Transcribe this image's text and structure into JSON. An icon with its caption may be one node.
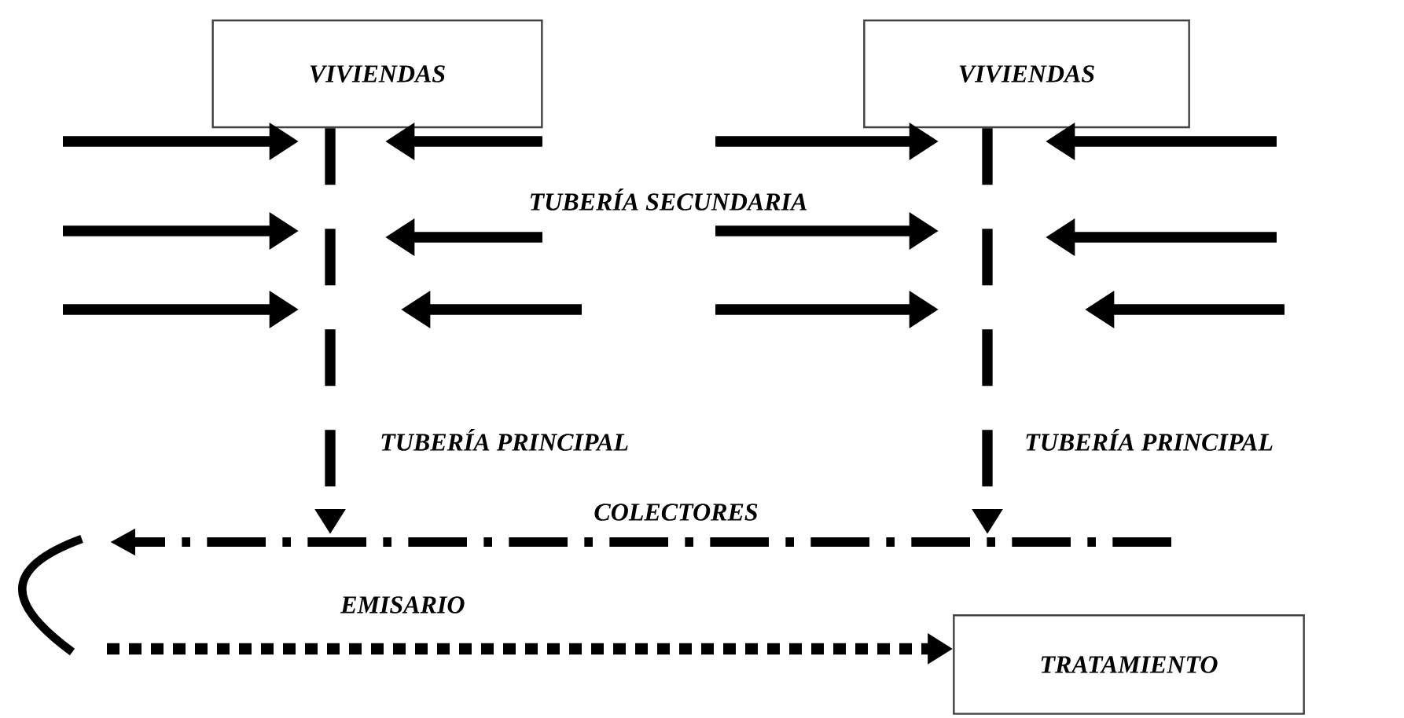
{
  "diagram": {
    "nodes": [
      {
        "text": [
          "VIVIENDAS"
        ]
      },
      {
        "text": [
          "VIVIENDAS"
        ]
      },
      {
        "text": [
          "TRATAMIENTO"
        ]
      }
    ],
    "edges": [
      {
        "from": 0,
        "to": null,
        "arrow": "to",
        "style": "dashed",
        "label": "TUBERÍA PRINCIPAL"
      },
      {
        "from": 1,
        "to": null,
        "arrow": "to",
        "style": "dashed",
        "label": "TUBERÍA PRINCIPAL"
      },
      {
        "from": null,
        "to": 2,
        "arrow": "to",
        "style": "dashed",
        "label": "EMISARIO"
      }
    ],
    "labels": [
      "TUBERÍA SECUNDARIA",
      "COLECTORES"
    ]
  }
}
